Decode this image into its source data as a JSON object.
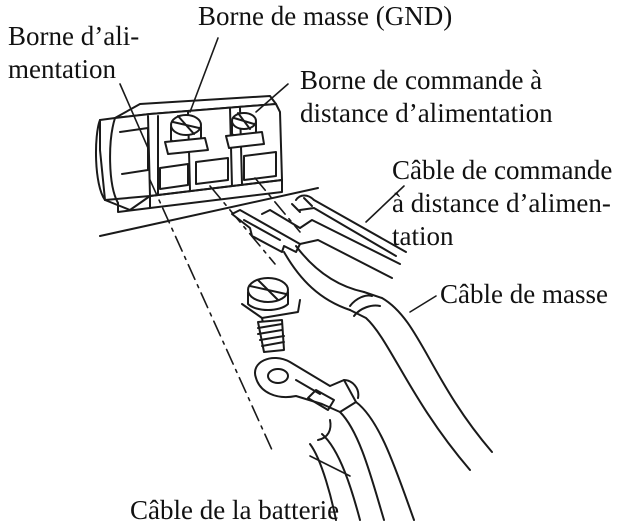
{
  "labels": {
    "power_terminal": [
      "Borne d’ali-",
      "mentation"
    ],
    "ground_terminal": "Borne de masse (GND)",
    "remote_terminal": [
      "Borne de commande à",
      "distance d’alimentation"
    ],
    "remote_cable": [
      "Câble de commande",
      "à distance d’alimen-",
      "tation"
    ],
    "ground_cable": "Câble de masse",
    "battery_cable": "Câble de la batterie"
  },
  "colors": {
    "line": "#1a1a1a",
    "background": "#ffffff"
  }
}
